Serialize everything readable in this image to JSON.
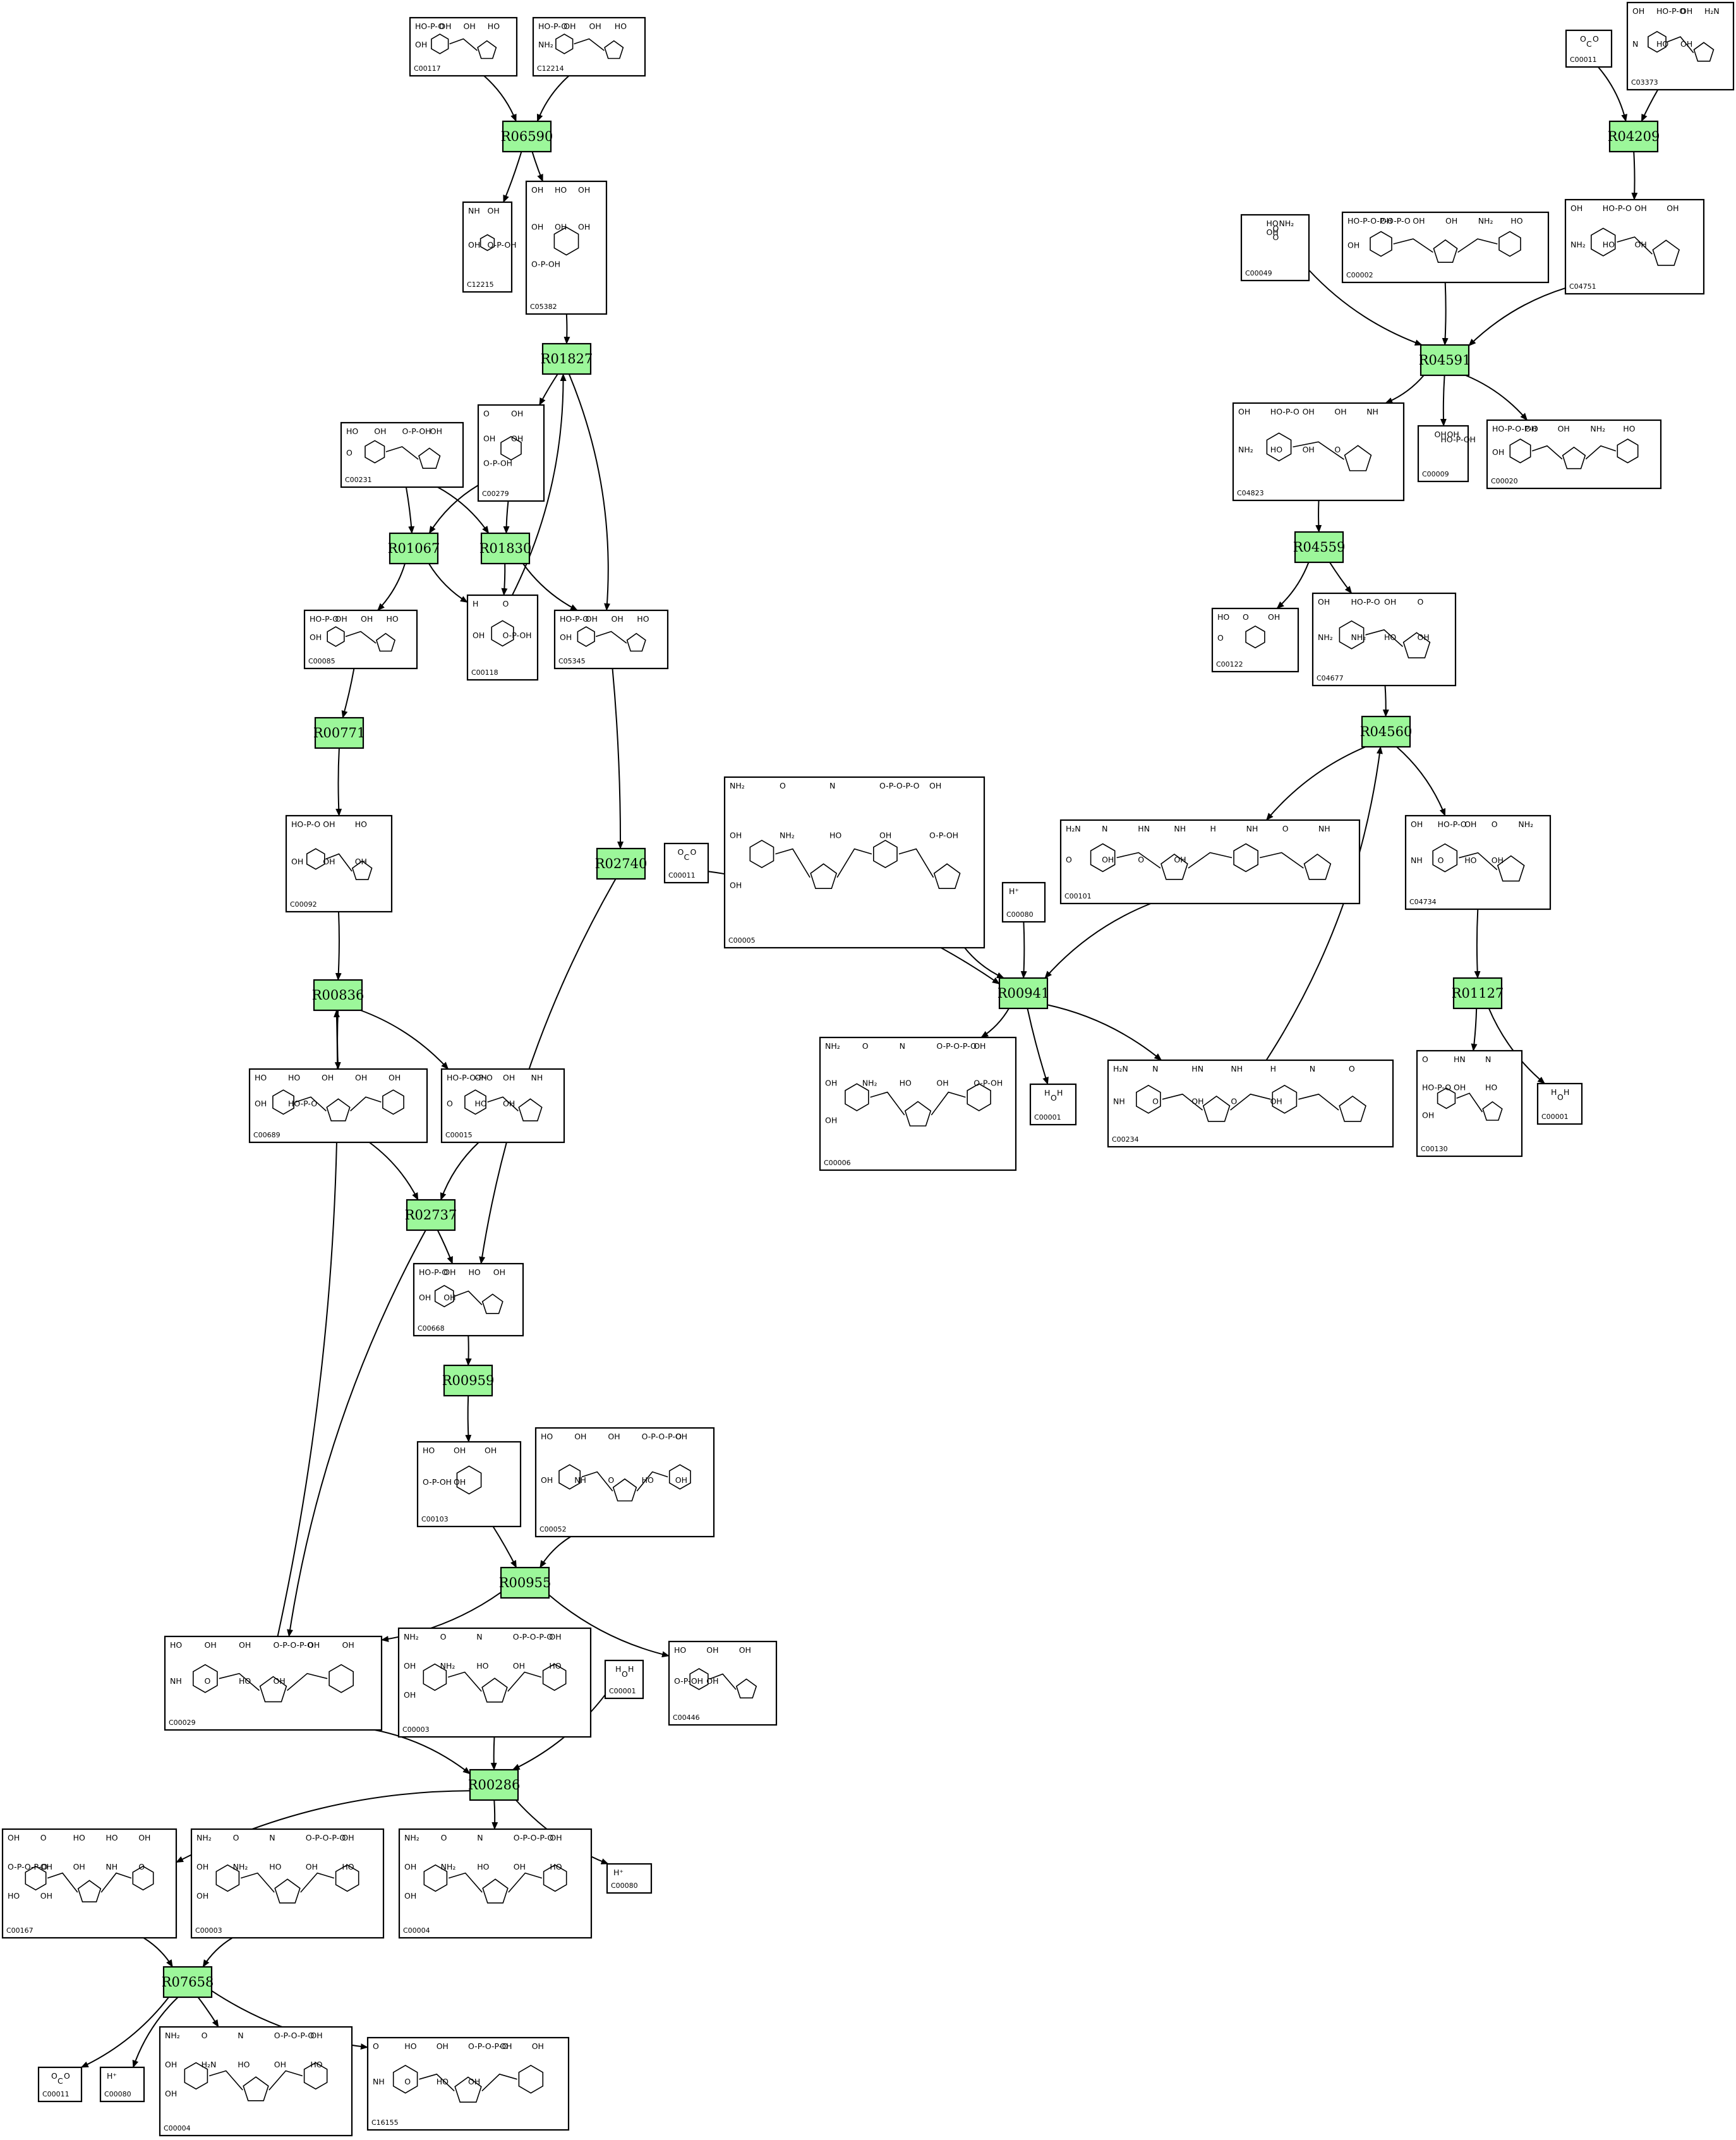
{
  "colors": {
    "reaction_fill": "#9cf79a",
    "stroke": "#000000",
    "background": "#ffffff"
  },
  "reactions": [
    {
      "id": "R06590",
      "label": "R06590"
    },
    {
      "id": "R01827",
      "label": "R01827"
    },
    {
      "id": "R01067",
      "label": "R01067"
    },
    {
      "id": "R01830",
      "label": "R01830"
    },
    {
      "id": "R00771",
      "label": "R00771"
    },
    {
      "id": "R02740",
      "label": "R02740"
    },
    {
      "id": "R00836",
      "label": "R00836"
    },
    {
      "id": "R02737",
      "label": "R02737"
    },
    {
      "id": "R00959",
      "label": "R00959"
    },
    {
      "id": "R00955",
      "label": "R00955"
    },
    {
      "id": "R00286",
      "label": "R00286"
    },
    {
      "id": "R07658",
      "label": "R07658"
    },
    {
      "id": "R04209",
      "label": "R04209"
    },
    {
      "id": "R04591",
      "label": "R04591"
    },
    {
      "id": "R04559",
      "label": "R04559"
    },
    {
      "id": "R04560",
      "label": "R04560"
    },
    {
      "id": "R00941",
      "label": "R00941"
    },
    {
      "id": "R01127",
      "label": "R01127"
    }
  ],
  "compounds": [
    {
      "id": "c_C00117",
      "code": "C00117",
      "texts": [
        "HO-P-O",
        "OH",
        "OH",
        "HO",
        "OH"
      ]
    },
    {
      "id": "c_C12214",
      "code": "C12214",
      "texts": [
        "HO-P-O",
        "OH",
        "OH",
        "HO",
        "NH₂"
      ]
    },
    {
      "id": "c_C12215",
      "code": "C12215",
      "texts": [
        "NH",
        "OH",
        "OH",
        "O-P-OH"
      ]
    },
    {
      "id": "c_C05382",
      "code": "C05382",
      "texts": [
        "OH",
        "HO",
        "OH",
        "OH",
        "OH",
        "OH",
        "O-P-OH"
      ]
    },
    {
      "id": "c_C00231",
      "code": "C00231",
      "texts": [
        "HO",
        "OH",
        "O-P-OH",
        "OH",
        "O"
      ]
    },
    {
      "id": "c_C00279",
      "code": "C00279",
      "texts": [
        "O",
        "OH",
        "OH",
        "OH",
        "O-P-OH"
      ]
    },
    {
      "id": "c_C00085",
      "code": "C00085",
      "texts": [
        "HO-P-O",
        "OH",
        "OH",
        "HO",
        "OH"
      ]
    },
    {
      "id": "c_C00118",
      "code": "C00118",
      "texts": [
        "H",
        "O",
        "OH",
        "O-P-OH"
      ]
    },
    {
      "id": "c_C05345",
      "code": "C05345",
      "texts": [
        "HO-P-O",
        "OH",
        "OH",
        "HO",
        "OH"
      ]
    },
    {
      "id": "c_C00092",
      "code": "C00092",
      "texts": [
        "HO-P-O",
        "OH",
        "HO",
        "OH",
        "OH",
        "OH"
      ]
    },
    {
      "id": "c_C00689",
      "code": "C00689",
      "texts": [
        "HO",
        "HO",
        "OH",
        "OH",
        "OH",
        "OH",
        "HO-P-O"
      ]
    },
    {
      "id": "c_C00015",
      "code": "C00015",
      "texts": [
        "HO-P-O-P-O",
        "OH",
        "OH",
        "NH",
        "O",
        "HO",
        "OH"
      ]
    },
    {
      "id": "c_C00668",
      "code": "C00668",
      "texts": [
        "HO-P-O",
        "OH",
        "HO",
        "OH",
        "OH",
        "OH"
      ]
    },
    {
      "id": "c_C00103",
      "code": "C00103",
      "texts": [
        "HO",
        "OH",
        "OH",
        "O-P-OH",
        "OH"
      ]
    },
    {
      "id": "c_C00052",
      "code": "C00052",
      "texts": [
        "HO",
        "OH",
        "OH",
        "O-P-O-P-O",
        "OH",
        "OH",
        "NH",
        "O",
        "HO",
        "OH"
      ]
    },
    {
      "id": "c_C00029",
      "code": "C00029",
      "texts": [
        "HO",
        "OH",
        "OH",
        "O-P-O-P-O",
        "OH",
        "OH",
        "NH",
        "O",
        "HO",
        "OH"
      ]
    },
    {
      "id": "c_C00003",
      "code": "C00003",
      "texts": [
        "NH₂",
        "O",
        "N",
        "O-P-O-P-O",
        "OH",
        "OH",
        "NH₂",
        "HO",
        "OH",
        "HO",
        "OH"
      ]
    },
    {
      "id": "c_C00001a",
      "code": "C00001",
      "texts": [
        "H",
        "O",
        "H"
      ]
    },
    {
      "id": "c_C00446",
      "code": "C00446",
      "texts": [
        "HO",
        "OH",
        "OH",
        "O-P-OH",
        "OH"
      ]
    },
    {
      "id": "c_C00167",
      "code": "C00167",
      "texts": [
        "OH",
        "O",
        "HO",
        "HO",
        "OH",
        "O-P-O-P-O",
        "OH",
        "OH",
        "NH",
        "O",
        "HO",
        "OH"
      ]
    },
    {
      "id": "c_C00003b",
      "code": "C00003",
      "texts": [
        "NH₂",
        "O",
        "N",
        "O-P-O-P-O",
        "OH",
        "OH",
        "NH₂",
        "HO",
        "OH",
        "HO",
        "OH"
      ]
    },
    {
      "id": "c_C00004",
      "code": "C00004",
      "texts": [
        "NH₂",
        "O",
        "N",
        "O-P-O-P-O",
        "OH",
        "OH",
        "NH₂",
        "HO",
        "OH",
        "HO",
        "OH"
      ]
    },
    {
      "id": "c_C00080a",
      "code": "C00080",
      "texts": [
        "H⁺"
      ]
    },
    {
      "id": "c_C00011a",
      "code": "C00011",
      "texts": [
        "O",
        "C",
        "O"
      ]
    },
    {
      "id": "c_C00080b",
      "code": "C00080",
      "texts": [
        "H⁺"
      ]
    },
    {
      "id": "c_C00004b",
      "code": "C00004",
      "texts": [
        "NH₂",
        "O",
        "N",
        "O-P-O-P-O",
        "OH",
        "OH",
        "H₂N",
        "HO",
        "OH",
        "HO",
        "OH"
      ]
    },
    {
      "id": "c_C16155",
      "code": "C16155",
      "texts": [
        "O",
        "HO",
        "OH",
        "O-P-O-P-O",
        "OH",
        "OH",
        "NH",
        "O",
        "HO",
        "OH"
      ]
    },
    {
      "id": "c_C00011b",
      "code": "C00011",
      "texts": [
        "O",
        "C",
        "O"
      ]
    },
    {
      "id": "c_C03373",
      "code": "C03373",
      "texts": [
        "OH",
        "HO-P-O",
        "OH",
        "H₂N",
        "N",
        "HO",
        "OH"
      ]
    },
    {
      "id": "c_C00049",
      "code": "C00049",
      "texts": [
        "HO",
        "O",
        "NH₂",
        "OH",
        "O"
      ]
    },
    {
      "id": "c_C00002",
      "code": "C00002",
      "texts": [
        "HO-P-O-P-O-P-O",
        "OH",
        "OH",
        "OH",
        "NH₂",
        "HO",
        "OH"
      ]
    },
    {
      "id": "c_C04751",
      "code": "C04751",
      "texts": [
        "OH",
        "HO-P-O",
        "OH",
        "OH",
        "NH₂",
        "HO",
        "OH"
      ]
    },
    {
      "id": "c_C04823",
      "code": "C04823",
      "texts": [
        "OH",
        "HO-P-O",
        "OH",
        "OH",
        "NH",
        "NH₂",
        "HO",
        "OH",
        "O"
      ]
    },
    {
      "id": "c_C00009",
      "code": "C00009",
      "texts": [
        "OH",
        "HO-P-OH",
        "OH"
      ]
    },
    {
      "id": "c_C00020",
      "code": "C00020",
      "texts": [
        "HO-P-O-P-O",
        "OH",
        "OH",
        "NH₂",
        "HO",
        "OH"
      ]
    },
    {
      "id": "c_C00122",
      "code": "C00122",
      "texts": [
        "HO",
        "O",
        "OH",
        "O"
      ]
    },
    {
      "id": "c_C04677",
      "code": "C04677",
      "texts": [
        "OH",
        "HO-P-O",
        "OH",
        "O",
        "NH₂",
        "NH₂",
        "HO",
        "OH"
      ]
    },
    {
      "id": "c_C00006",
      "code": "C00006",
      "texts": [
        "NH₂",
        "O",
        "N",
        "O-P-O-P-O",
        "OH",
        "OH",
        "NH₂",
        "HO",
        "OH",
        "O-P-OH",
        "OH"
      ]
    },
    {
      "id": "c_C00011c",
      "code": "C00011",
      "texts": [
        "O",
        "C",
        "O"
      ]
    },
    {
      "id": "c_C00080c",
      "code": "C00080",
      "texts": [
        "H⁺"
      ]
    },
    {
      "id": "c_C00101",
      "code": "C00101",
      "texts": [
        "H₂N",
        "N",
        "HN",
        "NH",
        "H",
        "NH",
        "O",
        "NH",
        "O",
        "OH",
        "O",
        "OH"
      ]
    },
    {
      "id": "c_C04734",
      "code": "C04734",
      "texts": [
        "OH",
        "HO-P-O",
        "OH",
        "O",
        "NH₂",
        "NH",
        "O",
        "HO",
        "OH"
      ]
    },
    {
      "id": "c_C00005",
      "code": "C00005",
      "texts": [
        "NH₂",
        "O",
        "N",
        "O-P-O-P-O",
        "OH",
        "OH",
        "NH₂",
        "HO",
        "OH",
        "O-P-OH",
        "OH"
      ]
    },
    {
      "id": "c_C00001b",
      "code": "C00001",
      "texts": [
        "H",
        "O",
        "H"
      ]
    },
    {
      "id": "c_C00234",
      "code": "C00234",
      "texts": [
        "H₂N",
        "N",
        "HN",
        "NH",
        "H",
        "N",
        "O",
        "NH",
        "O",
        "OH",
        "O",
        "OH"
      ]
    },
    {
      "id": "c_C00130",
      "code": "C00130",
      "texts": [
        "O",
        "HN",
        "N",
        "HO-P-O",
        "OH",
        "HO",
        "OH"
      ]
    },
    {
      "id": "c_C00001c",
      "code": "C00001",
      "texts": [
        "H",
        "O",
        "H"
      ]
    }
  ],
  "edges": [
    [
      "c_C00117",
      "R06590"
    ],
    [
      "c_C12214",
      "R06590"
    ],
    [
      "R06590",
      "c_C12215"
    ],
    [
      "R06590",
      "c_C05382"
    ],
    [
      "c_C05382",
      "R01827"
    ],
    [
      "R01827",
      "c_C00279"
    ],
    [
      "R01827",
      "c_C05345"
    ],
    [
      "c_C00118",
      "R01827"
    ],
    [
      "c_C00231",
      "R01067"
    ],
    [
      "c_C00279",
      "R01067"
    ],
    [
      "c_C00231",
      "R01830"
    ],
    [
      "c_C00279",
      "R01830"
    ],
    [
      "R01067",
      "c_C00085"
    ],
    [
      "R01067",
      "c_C00118"
    ],
    [
      "R01830",
      "c_C00118"
    ],
    [
      "R01830",
      "c_C05345"
    ],
    [
      "c_C00085",
      "R00771"
    ],
    [
      "R00771",
      "c_C00092"
    ],
    [
      "c_C05345",
      "R02740"
    ],
    [
      "R02740",
      "c_C00668"
    ],
    [
      "c_C00092",
      "R00836"
    ],
    [
      "R00836",
      "c_C00689"
    ],
    [
      "R00836",
      "c_C00015"
    ],
    [
      "c_C00029",
      "R00836"
    ],
    [
      "c_C00689",
      "R02737"
    ],
    [
      "c_C00015",
      "R02737"
    ],
    [
      "R02737",
      "c_C00668"
    ],
    [
      "R02737",
      "c_C00029"
    ],
    [
      "c_C00668",
      "R00959"
    ],
    [
      "R00959",
      "c_C00103"
    ],
    [
      "c_C00103",
      "R00955"
    ],
    [
      "c_C00052",
      "R00955"
    ],
    [
      "R00955",
      "c_C00029"
    ],
    [
      "R00955",
      "c_C00446"
    ],
    [
      "c_C00029",
      "R00286"
    ],
    [
      "c_C00003",
      "R00286"
    ],
    [
      "c_C00001a",
      "R00286"
    ],
    [
      "R00286",
      "c_C00167"
    ],
    [
      "R00286",
      "c_C00004"
    ],
    [
      "R00286",
      "c_C00080a"
    ],
    [
      "c_C00167",
      "R07658"
    ],
    [
      "c_C00003b",
      "R07658"
    ],
    [
      "R07658",
      "c_C00011a"
    ],
    [
      "R07658",
      "c_C00080b"
    ],
    [
      "R07658",
      "c_C00004b"
    ],
    [
      "R07658",
      "c_C16155"
    ],
    [
      "c_C00011b",
      "R04209"
    ],
    [
      "c_C03373",
      "R04209"
    ],
    [
      "R04209",
      "c_C04751"
    ],
    [
      "c_C00049",
      "R04591"
    ],
    [
      "c_C00002",
      "R04591"
    ],
    [
      "c_C04751",
      "R04591"
    ],
    [
      "R04591",
      "c_C04823"
    ],
    [
      "R04591",
      "c_C00009"
    ],
    [
      "R04591",
      "c_C00020"
    ],
    [
      "c_C04823",
      "R04559"
    ],
    [
      "R04559",
      "c_C00122"
    ],
    [
      "R04559",
      "c_C04677"
    ],
    [
      "c_C04677",
      "R04560"
    ],
    [
      "R04560",
      "c_C00101"
    ],
    [
      "R04560",
      "c_C04734"
    ],
    [
      "c_C00234",
      "R04560"
    ],
    [
      "c_C00011c",
      "R00941"
    ],
    [
      "c_C00005",
      "R00941"
    ],
    [
      "c_C00080c",
      "R00941"
    ],
    [
      "c_C00101",
      "R00941"
    ],
    [
      "R00941",
      "c_C00006"
    ],
    [
      "R00941",
      "c_C00001b"
    ],
    [
      "R00941",
      "c_C00234"
    ],
    [
      "c_C04734",
      "R01127"
    ],
    [
      "R01127",
      "c_C00130"
    ],
    [
      "R01127",
      "c_C00001c"
    ]
  ]
}
